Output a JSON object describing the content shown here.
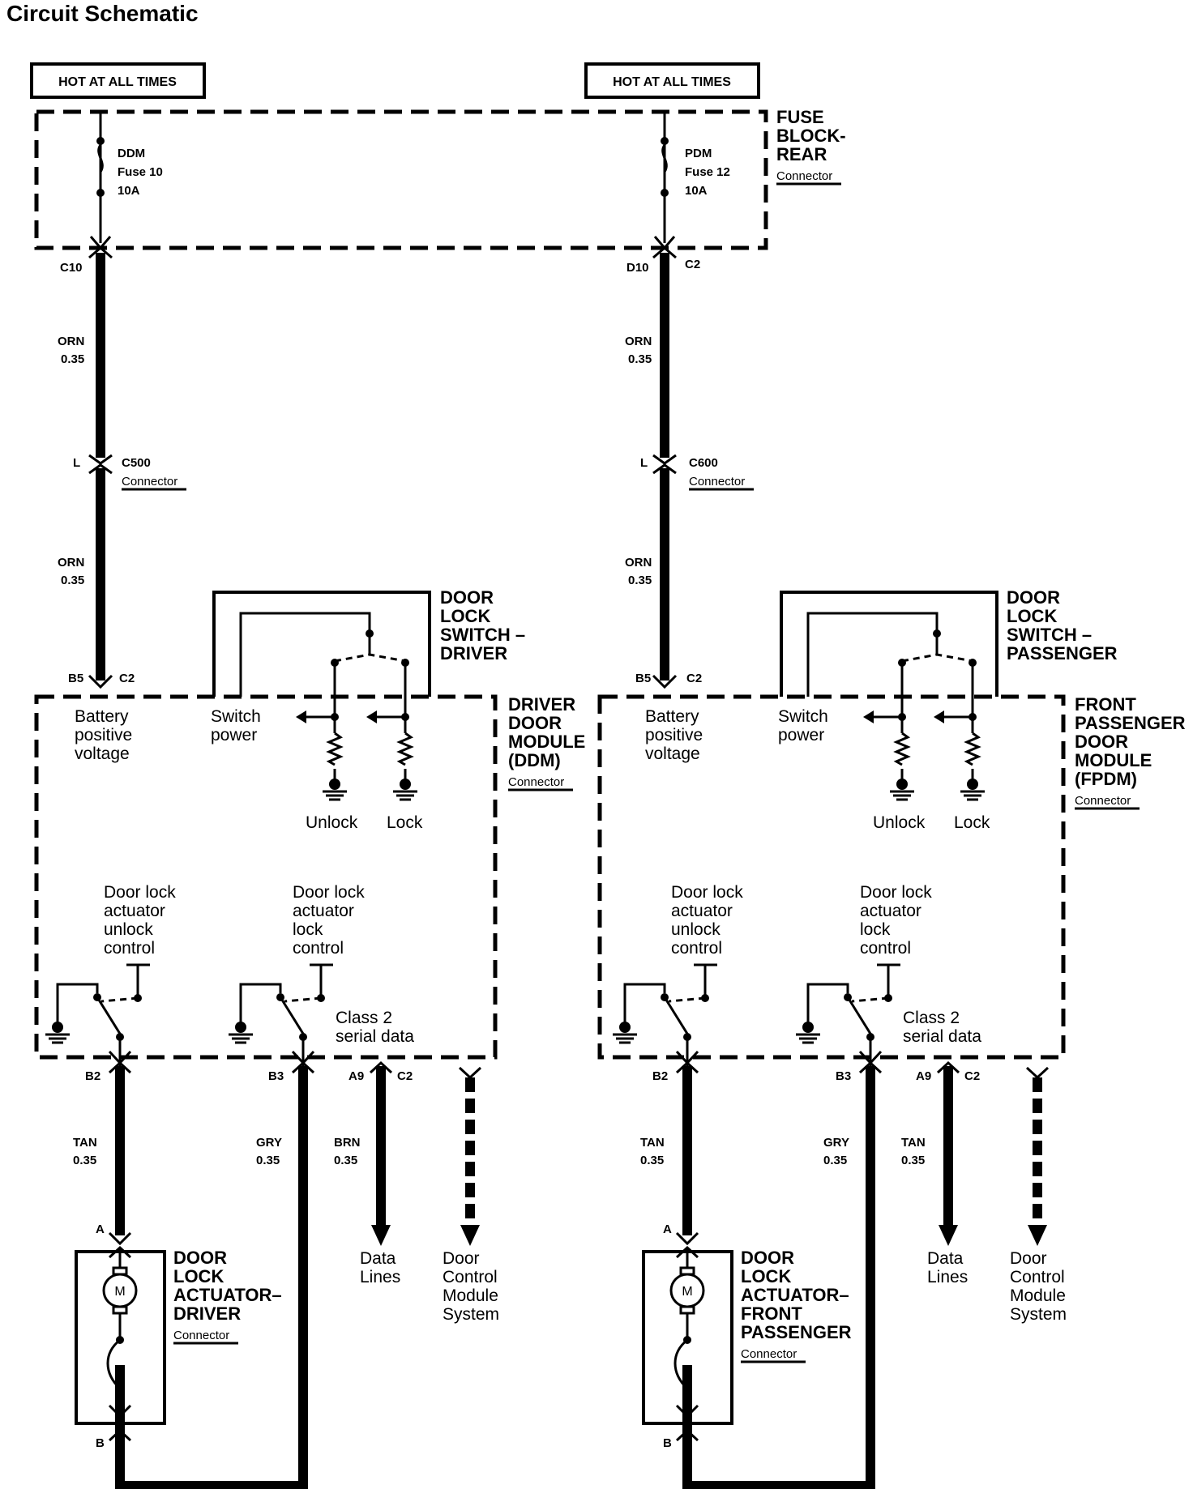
{
  "title": "Circuit Schematic",
  "hot_label": "HOT AT ALL TIMES",
  "fuse_block": {
    "name": [
      "FUSE",
      "BLOCK-",
      "REAR"
    ],
    "sub": "Connector"
  },
  "connector_word": "Connector",
  "left": {
    "fuse": [
      "DDM",
      "Fuse 10",
      "10A"
    ],
    "fuse_pin": "C10",
    "wire1": [
      "ORN",
      "0.35"
    ],
    "inline_pin": "L",
    "inline_conn": "C500",
    "wire2": [
      "ORN",
      "0.35"
    ],
    "mod_pins": [
      "B5",
      "C2"
    ],
    "switch_name": [
      "DOOR",
      "LOCK",
      "SWITCH –",
      "DRIVER"
    ],
    "module_name": [
      "DRIVER",
      "DOOR",
      "MODULE",
      "(DDM)"
    ],
    "actuator_name": [
      "DOOR",
      "LOCK",
      "ACTUATOR–",
      "DRIVER"
    ],
    "out_wires": [
      {
        "pin": "B2",
        "color": "TAN",
        "gauge": "0.35"
      },
      {
        "pin": "B3",
        "color": "GRY",
        "gauge": "0.35"
      },
      {
        "pin": "A9",
        "color": "BRN",
        "gauge": "0.35"
      }
    ],
    "out_c2": "C2"
  },
  "right": {
    "fuse": [
      "PDM",
      "Fuse 12",
      "10A"
    ],
    "fuse_pin": "D10",
    "fuse_pin2": "C2",
    "wire1": [
      "ORN",
      "0.35"
    ],
    "inline_pin": "L",
    "inline_conn": "C600",
    "wire2": [
      "ORN",
      "0.35"
    ],
    "mod_pins": [
      "B5",
      "C2"
    ],
    "switch_name": [
      "DOOR",
      "LOCK",
      "SWITCH –",
      "PASSENGER"
    ],
    "module_name": [
      "FRONT",
      "PASSENGER",
      "DOOR",
      "MODULE",
      "(FPDM)"
    ],
    "actuator_name": [
      "DOOR",
      "LOCK",
      "ACTUATOR–",
      "FRONT",
      "PASSENGER"
    ],
    "out_wires": [
      {
        "pin": "B2",
        "color": "TAN",
        "gauge": "0.35"
      },
      {
        "pin": "B3",
        "color": "GRY",
        "gauge": "0.35"
      },
      {
        "pin": "A9",
        "color": "TAN",
        "gauge": "0.35"
      }
    ],
    "out_c2": "C2"
  },
  "module_labels": {
    "battery": [
      "Battery",
      "positive",
      "voltage"
    ],
    "switch_power": [
      "Switch",
      "power"
    ],
    "unlock": "Unlock",
    "lock": "Lock",
    "act_unlock": [
      "Door lock",
      "actuator",
      "unlock",
      "control"
    ],
    "act_lock": [
      "Door lock",
      "actuator",
      "lock",
      "control"
    ],
    "class2": [
      "Class 2",
      "serial data"
    ]
  },
  "data_lines": [
    "Data",
    "Lines"
  ],
  "dcm_system": [
    "Door",
    "Control",
    "Module",
    "System"
  ],
  "actuator_pins": [
    "A",
    "B"
  ],
  "motor_symbol": "M"
}
